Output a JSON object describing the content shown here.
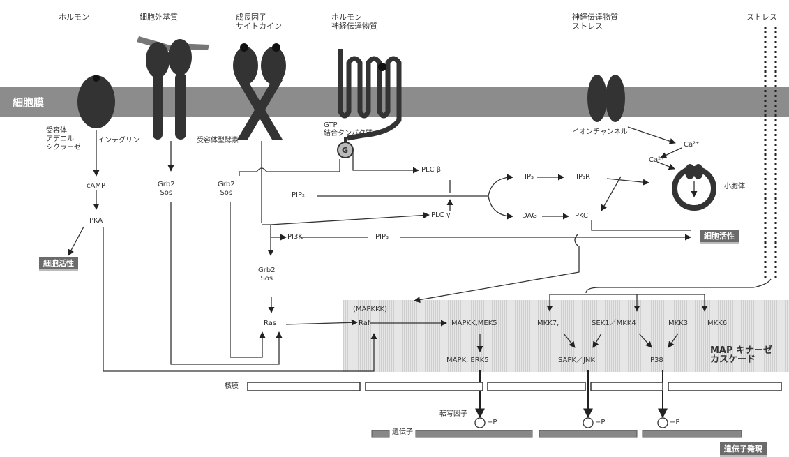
{
  "labels": {
    "membrane": "細胞膜",
    "hormone1": "ホルモン",
    "ecm": "細胞外基質",
    "growth": "成長因子\nサイトカイン",
    "hormone2": "ホルモン\n神経伝達物質",
    "neuro_stress": "神経伝達物質\nストレス",
    "stress": "ストレス",
    "receptor_ac": "受容体\nアデニル\nシクラーゼ",
    "integrin": "インテグリン",
    "rtk": "受容体型酵素",
    "gpcr": "GTP\n結合タンパク質",
    "g": "G",
    "ion_channel": "イオンチャンネル",
    "camp": "cAMP",
    "pka": "PKA",
    "cell_act_left": "細胞活性",
    "grb2_1": "Grb2\nSos",
    "grb2_2": "Grb2\nSos",
    "grb2_3": "Grb2\nSos",
    "plcb": "PLC β",
    "plcg": "PLC γ",
    "pip2_1": "PIP₂",
    "pip2_2": "PIP₃",
    "pi3k": "PI3K",
    "ip3": "IP₃",
    "ip3r": "IP₃R",
    "dag": "DAG",
    "pkc": "PKC",
    "ca1": "Ca²⁺",
    "ca2": "Ca²⁺",
    "er": "小胞体",
    "cell_act_right": "細胞活性",
    "ras": "Ras",
    "mapkkk": "(MAPKKK)",
    "raf": "Raf",
    "mapkk_mek5": "MAPKK,MEK5",
    "mkk7": "MKK7,",
    "sek1": "SEK1／MKK4",
    "mkk3": "MKK3",
    "mkk6": "MKK6",
    "mapk_erk5": "MAPK, ERK5",
    "sapk": "SAPK／JNK",
    "p38": "P38",
    "cascade": "MAP キナーゼ\nカスケード",
    "nuclear_membrane": "核膜",
    "tf": "転写因子",
    "p1": "−P",
    "p2": "−P",
    "p3": "−P",
    "gene": "遺伝子",
    "expression": "遺伝子発現"
  }
}
